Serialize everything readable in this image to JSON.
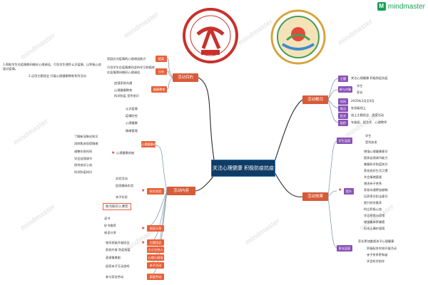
{
  "brand": {
    "name": "mindmaster"
  },
  "watermark": "mindmaster",
  "center": "关注心理健康 积极防疫抗疫",
  "branches": {
    "goal": "活动目的",
    "content": "活动内容",
    "overview": "活动概况",
    "effect": "活动效果"
  },
  "goal": {
    "groups": [
      {
        "label": "提高",
        "items": [
          "家庭应对疫情的心理调适能力"
        ]
      },
      {
        "label": "分析",
        "items": [
          "引导学生在疫情期间坚持学习和锻炼",
          "在疫情期间做好心理调适"
        ]
      },
      {
        "label": "健康教育",
        "items": [
          "加强家校沟通",
          "心理健康教育",
          "科学防疫 宣传常识"
        ]
      }
    ],
    "long_notes": [
      "1.帮助学生在疫情期间做好心理调适，引导学生理性认识疫情，以积极心态面对疫情。",
      "2.运用主题班会 开展心理健康教育系列活动"
    ]
  },
  "content": {
    "mental": {
      "label": "心理健康讲座",
      "items": [
        "认识疫情",
        "疫情防控",
        "心理健康",
        "情绪管理",
        "了解新冠肺炎知识",
        "消除焦虑恐慌情绪",
        "调整作息时间",
        "学会自我调节",
        "保持良好心态",
        "科学防疫知识"
      ]
    },
    "science": {
      "label": "科学实验",
      "items": [
        "实验活动",
        "居家趣味实验",
        "亲子实验"
      ]
    },
    "callout": "防汛知识入课堂",
    "read": {
      "label": "阅读分享",
      "items": [
        "读书",
        "好书推荐",
        "阅读分享"
      ]
    },
    "theme": {
      "label": "主题班会",
      "items": [
        "指导班级开展班会"
      ]
    },
    "small": [
      {
        "label": "小小主持人",
        "note": "家校共育 防疫抗疫"
      },
      {
        "label": "心理小剧场",
        "note": "表演情景剧"
      },
      {
        "label": "亲子活动",
        "note": "居家亲子互动游戏"
      },
      {
        "label": "家庭劳动",
        "note": "参与家务劳动"
      }
    ]
  },
  "overview": {
    "rows": [
      {
        "label": "主题",
        "value": "关注心理健康 积极防疫抗疫"
      },
      {
        "label": "参与对象",
        "value": "学生"
      },
      {
        "label": "",
        "value": "家长"
      },
      {
        "label": "时间",
        "value": "2020年2月至4月"
      },
      {
        "label": "地点",
        "value": "各班级线上"
      },
      {
        "label": "形式",
        "value": "线上主题班会、居家活动"
      },
      {
        "label": "组织",
        "value": "年级组、班主任、心理教师"
      }
    ]
  },
  "effect": {
    "student_group": {
      "label": "学生层面",
      "items": [
        "学生",
        "受到启发"
      ]
    },
    "items_label": "提升",
    "items": [
      "增强心理健康意识",
      "提高自我调节能力",
      "掌握科学防疫知识",
      "养成良好生活习惯",
      "学会情绪管理",
      "增进亲子关系",
      "家校沟通更加顺畅",
      "培养责任担当意识",
      "提升综合素养",
      "树立积极心态",
      "学会感恩与珍惜",
      "增强集体荣誉感",
      "形成正确价值观"
    ],
    "family": {
      "label": "家长层面",
      "items": [
        "家长更加重视孩子心理健康",
        "积极配合学校开展活动",
        "亲子关系更和谐",
        "学会科学陪伴"
      ]
    }
  }
}
